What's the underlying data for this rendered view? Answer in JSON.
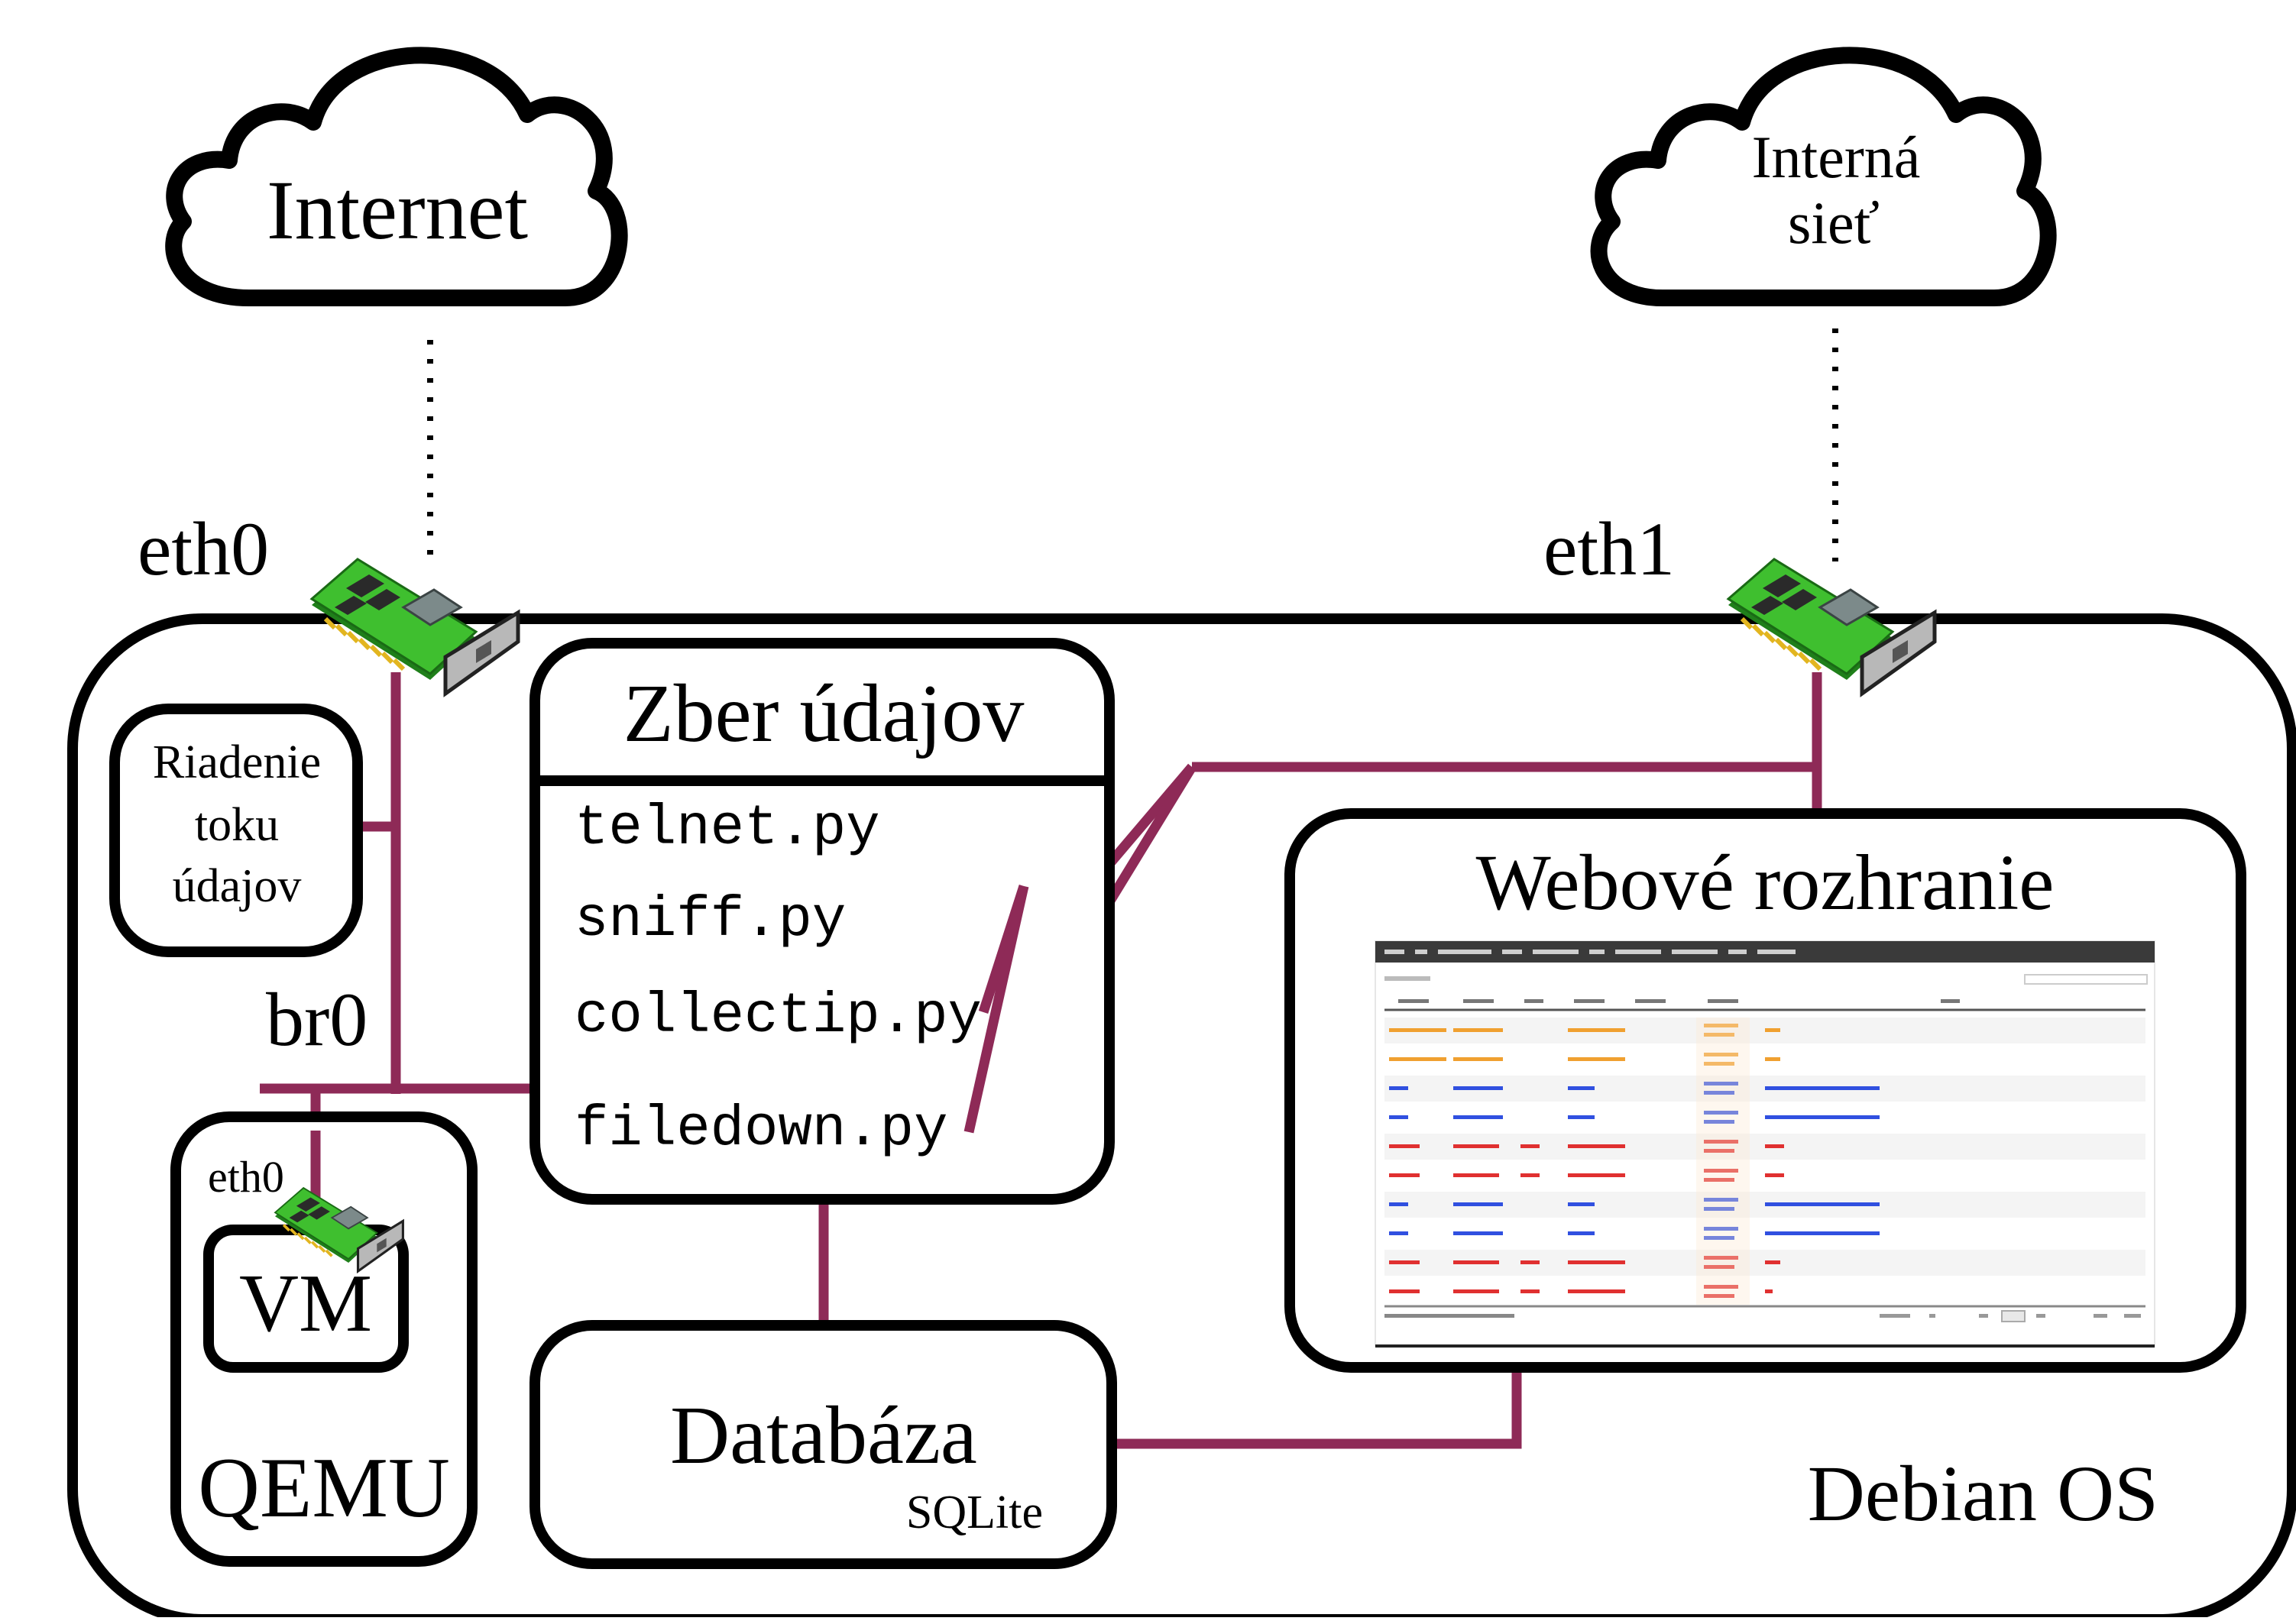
{
  "clouds": {
    "internet": "Internet",
    "internal_line1": "Interná",
    "internal_line2": "sieť"
  },
  "interfaces": {
    "eth0_host": "eth0",
    "eth1_host": "eth1",
    "bridge": "br0",
    "eth0_vm": "eth0"
  },
  "flow_control": {
    "line1": "Riadenie",
    "line2": "toku",
    "line3": "údajov"
  },
  "collection": {
    "title": "Zber údajov",
    "scripts": [
      "telnet.py",
      "sniff.py",
      "collectip.py",
      "filedown.py"
    ]
  },
  "vm": {
    "label": "VM",
    "emulator": "QEMU"
  },
  "database": {
    "title": "Databáza",
    "engine": "SQLite"
  },
  "web": {
    "title": "Webové rozhranie"
  },
  "os_label": "Debian OS",
  "colors": {
    "wire": "#8e2a57",
    "nic_board": "#3fbf2f",
    "nic_dark": "#1f7f1a",
    "nic_chip": "#8a9a9a",
    "nic_pins": "#e2b51f",
    "nic_bracket": "#b8b8b8"
  },
  "icons": {
    "nic": "network-card-icon",
    "cloud": "cloud-icon"
  }
}
